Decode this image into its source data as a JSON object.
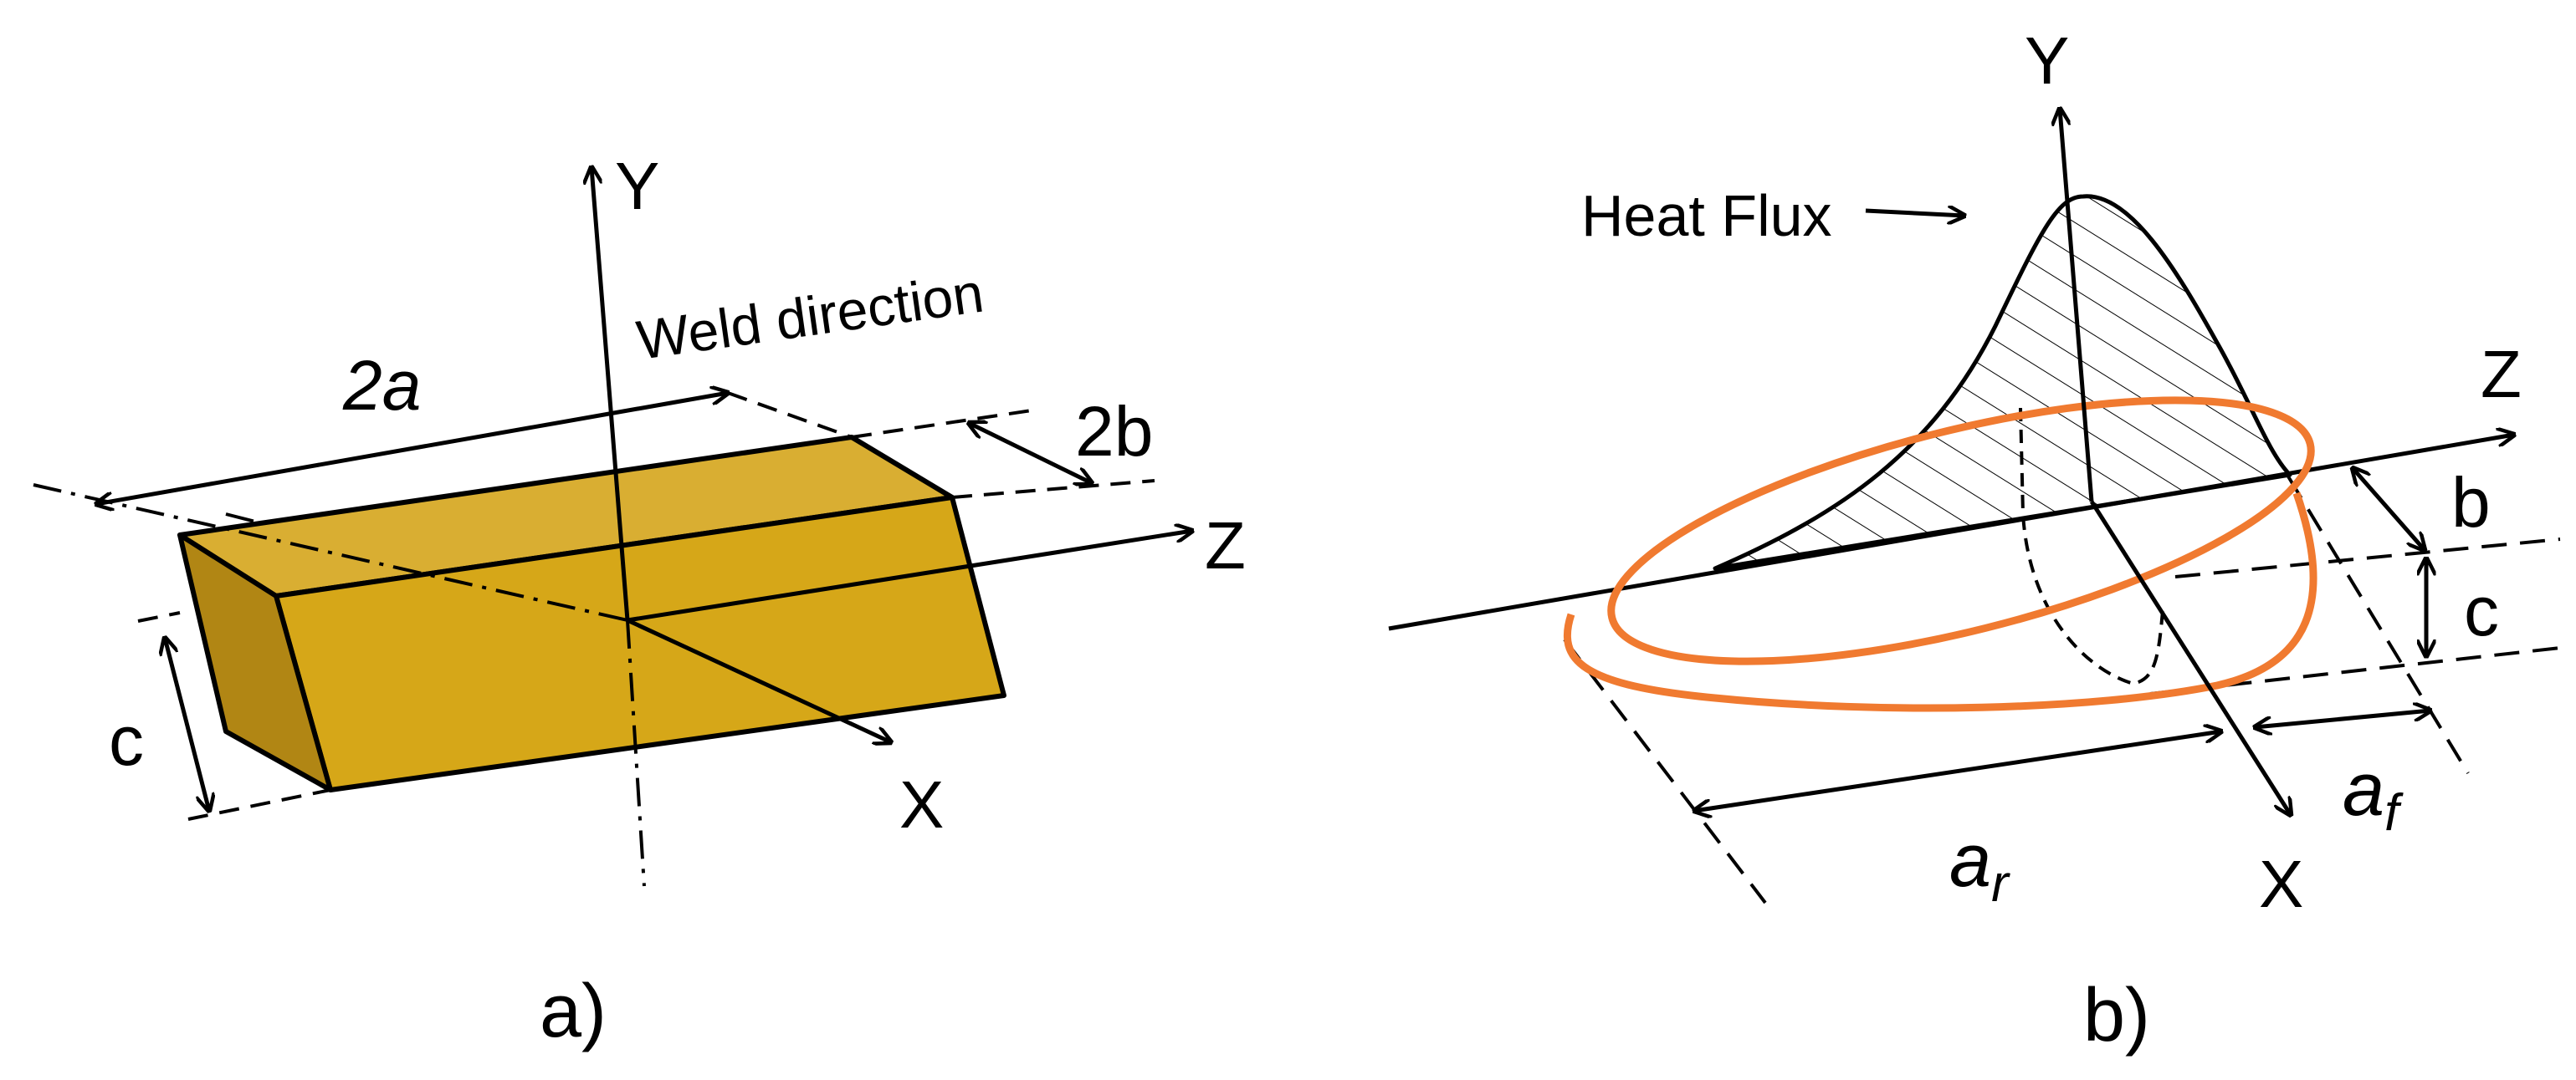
{
  "panel_a": {
    "axis_y": "Y",
    "axis_z": "Z",
    "axis_x": "X",
    "weld_direction": "Weld direction",
    "dim_2a": "2a",
    "dim_2b": "2b",
    "dim_c": "c",
    "caption": "a)",
    "block_color": "#D6A718"
  },
  "panel_b": {
    "axis_y": "Y",
    "axis_z": "Z",
    "axis_x": "X",
    "heat_flux": "Heat Flux",
    "dim_b": "b",
    "dim_c": "c",
    "dim_ar_main": "a",
    "dim_ar_sub": "r",
    "dim_af_main": "a",
    "dim_af_sub": "f",
    "caption": "b)",
    "ellipse_color": "#F07A30"
  }
}
